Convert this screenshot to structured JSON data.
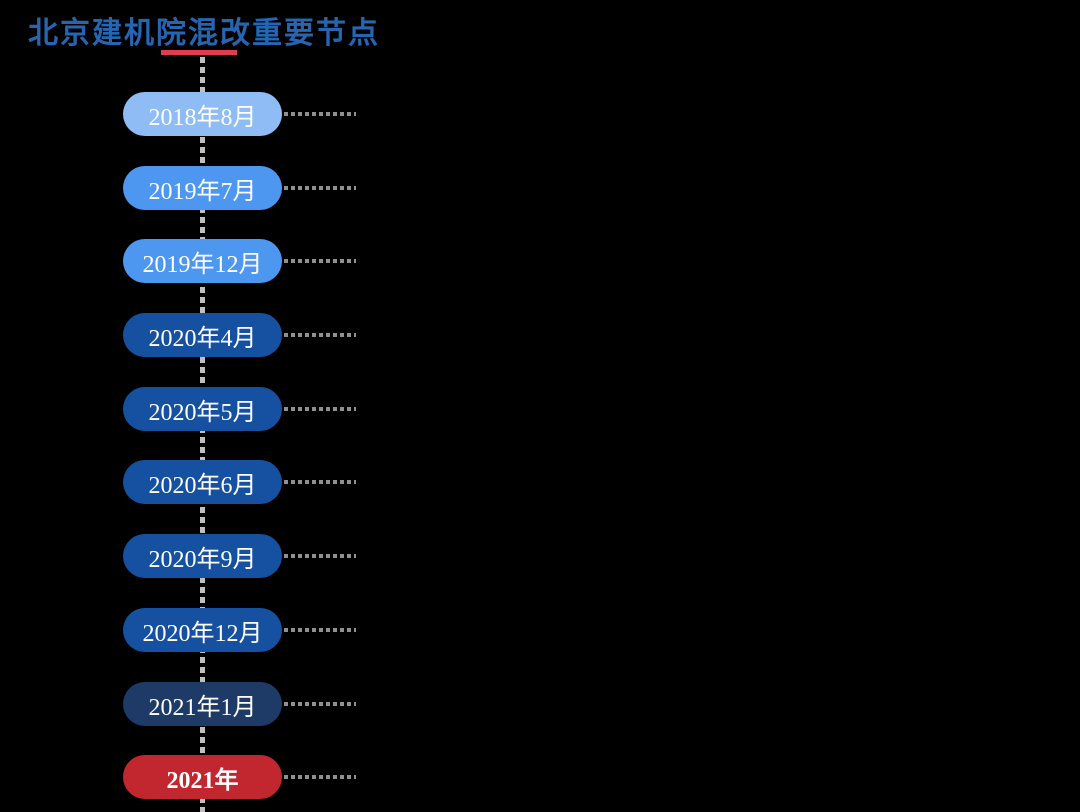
{
  "page": {
    "background_color": "#000000"
  },
  "title": {
    "text": "北京建机院混改重要节点",
    "color": "#2565B1",
    "underline_color": "#E03E4E"
  },
  "timeline": {
    "axis_style": "vertical-dashed-line",
    "axis_color": "#BFBFBF",
    "connector_color": "#909090",
    "label_text_color": "#FFFFFF",
    "nodes": [
      {
        "label": "2018年8月",
        "color": "#8FBCF4"
      },
      {
        "label": "2019年7月",
        "color": "#4D97F1"
      },
      {
        "label": "2019年12月",
        "color": "#4D97F1"
      },
      {
        "label": "2020年4月",
        "color": "#1551A0"
      },
      {
        "label": "2020年5月",
        "color": "#1551A0"
      },
      {
        "label": "2020年6月",
        "color": "#1551A0"
      },
      {
        "label": "2020年9月",
        "color": "#1551A0"
      },
      {
        "label": "2020年12月",
        "color": "#1551A0"
      },
      {
        "label": "2021年1月",
        "color": "#1E3A66"
      },
      {
        "label": "2021年",
        "color": "#C2262E",
        "emphasis": true
      }
    ]
  }
}
